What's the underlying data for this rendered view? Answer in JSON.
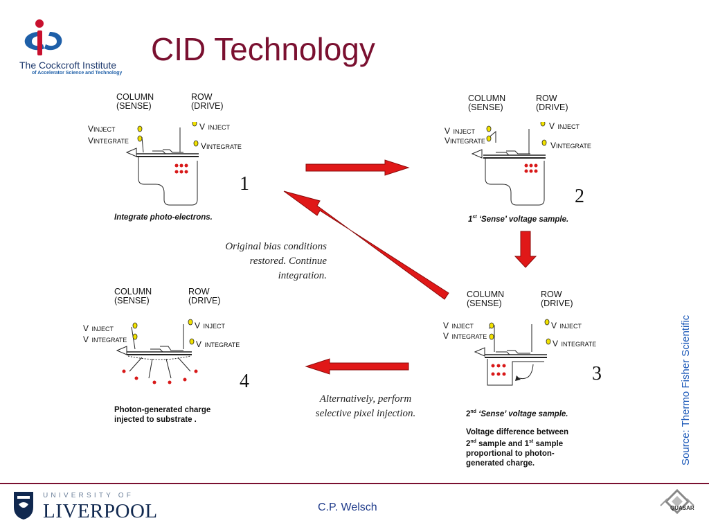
{
  "header": {
    "title": "CID Technology",
    "logo_line1": "The Cockcroft Institute",
    "logo_line2": "of Accelerator Science and Technology"
  },
  "labels": {
    "column": "COLUMN",
    "sense": "(SENSE)",
    "row": "ROW",
    "drive": "(DRIVE)",
    "v": "V",
    "inject": "INJECT",
    "integrate": "INTEGRATE"
  },
  "steps": [
    {
      "number": "1",
      "caption": "Integrate photo-electrons."
    },
    {
      "number": "2",
      "caption_sup": "st",
      "caption_pre": "1",
      "caption_rest": " ‘Sense’ voltage sample."
    },
    {
      "number": "3",
      "caption_pre": "2",
      "caption_sup": "nd",
      "caption_rest": " ‘Sense’ voltage sample.",
      "detail_line1": "Voltage difference between",
      "detail_line2_pre": "2",
      "detail_line2_sup1": "nd",
      "detail_line2_mid": " sample and 1",
      "detail_line2_sup2": "st",
      "detail_line2_post": " sample",
      "detail_line3": "proportional to photon-",
      "detail_line4": "generated charge."
    },
    {
      "number": "4",
      "caption_line1": "Photon-generated charge",
      "caption_line2": "injected to substrate ."
    }
  ],
  "notes": {
    "restore_line1": "Original bias conditions",
    "restore_line2": "restored.  Continue",
    "restore_line3": "integration.",
    "alt_line1": "Alternatively, perform",
    "alt_line2": "selective pixel injection."
  },
  "source": "Source: Thermo Fisher Scientific",
  "footer": {
    "author": "C.P. Welsch",
    "university_top": "UNIVERSITY OF",
    "university_main": "LIVERPOOL",
    "quasar": "QUASAR"
  },
  "colors": {
    "title": "#7a1030",
    "arrow": "#e01818",
    "logo_blue": "#1e5fa8",
    "logo_red": "#c8102e",
    "source_blue": "#1b58b8",
    "marker_yellow": "#f2e200"
  }
}
